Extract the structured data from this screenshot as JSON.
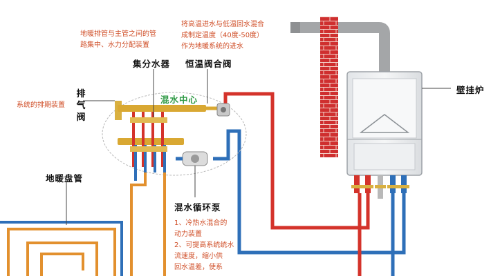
{
  "labels": {
    "manifold": "集分水器",
    "mixing_valve": "恒温阀合阀",
    "mixing_center": "混水中心",
    "exhaust_valve": "排气阀",
    "floor_coil": "地暖盘管",
    "circulation_pump": "混水循环泵",
    "wall_boiler": "壁挂炉"
  },
  "notes": {
    "manifold_note": [
      "地暖排管与主管之间的管",
      "路集中、水力分配装置"
    ],
    "valve_note": [
      "将高温进水与低温回水混合",
      "成制定温度（40度-50度）",
      "作为地暖系统的进水"
    ],
    "exhaust_note": "系统的排期装置",
    "pump_note": [
      "1、冷热水混合的",
      "动力装置",
      "2、可提高系统统水",
      "流速度，缩小供",
      "回水温差，使系"
    ]
  },
  "colors": {
    "hot_pipe": "#d4332b",
    "cold_pipe": "#2e6fb8",
    "floor_pipe": "#e2902e",
    "chimney": "#cf2f2f",
    "boiler": "#eceef0",
    "note_text": "#d0502a",
    "accent_green": "#2f9a45"
  }
}
